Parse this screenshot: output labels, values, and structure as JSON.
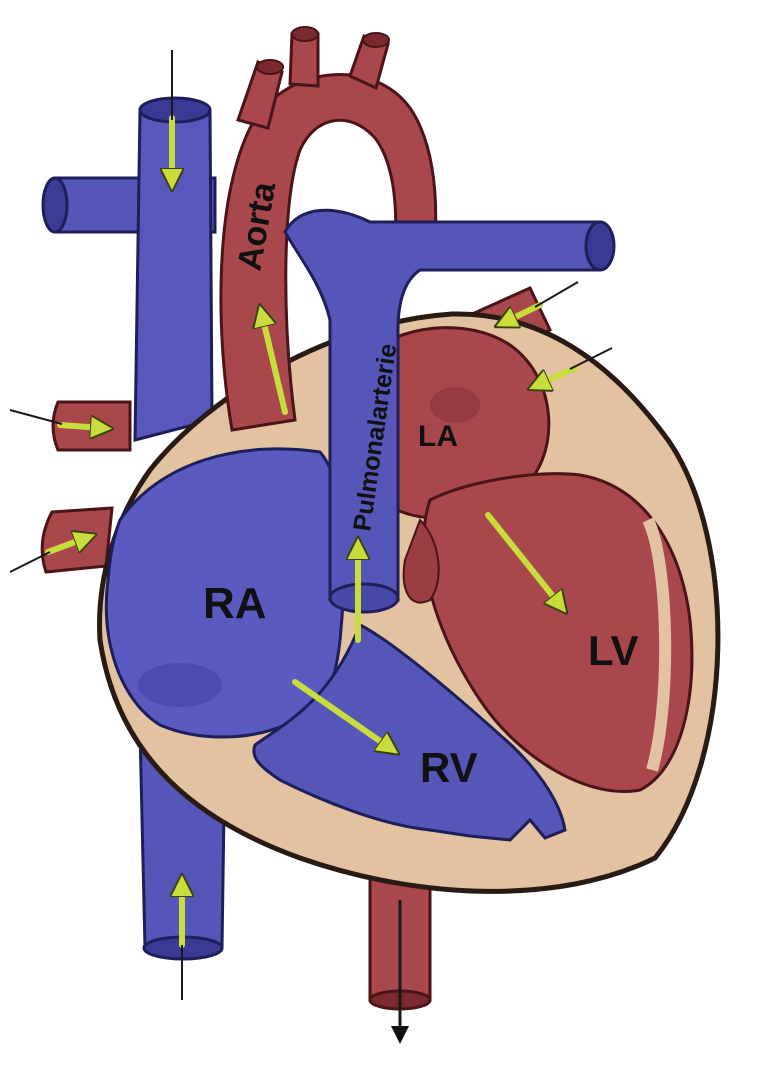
{
  "labels": {
    "aorta": "Aorta",
    "pulmonary_artery": "Pulmonalarterie",
    "left_atrium": "LA",
    "right_atrium": "RA",
    "left_ventricle": "LV",
    "right_ventricle": "RV"
  },
  "colors": {
    "venous_blue": "#5656b8",
    "venous_blue_dark": "#2c2c7c",
    "arterial_red": "#a8484c",
    "arterial_red_dark": "#6e2226",
    "wall_tan": "#e2c2a0",
    "wall_outline": "#2a1a14",
    "flow_arrow": "#c8dc3c",
    "outside_arrow": "#1a1a1a"
  }
}
